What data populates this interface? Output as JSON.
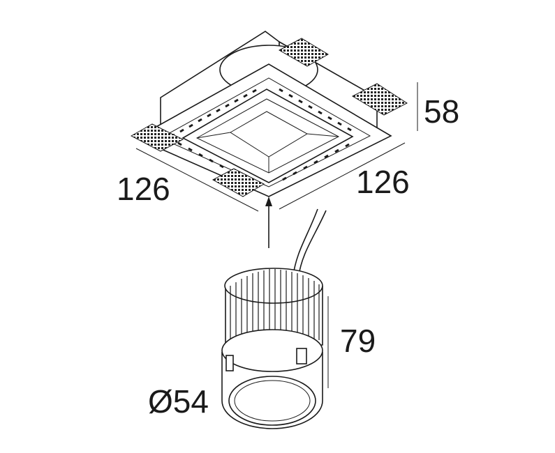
{
  "dimensions": {
    "frame_height": "58",
    "frame_width_left": "126",
    "frame_width_right": "126",
    "module_height": "79",
    "module_diameter": "Ø54"
  }
}
